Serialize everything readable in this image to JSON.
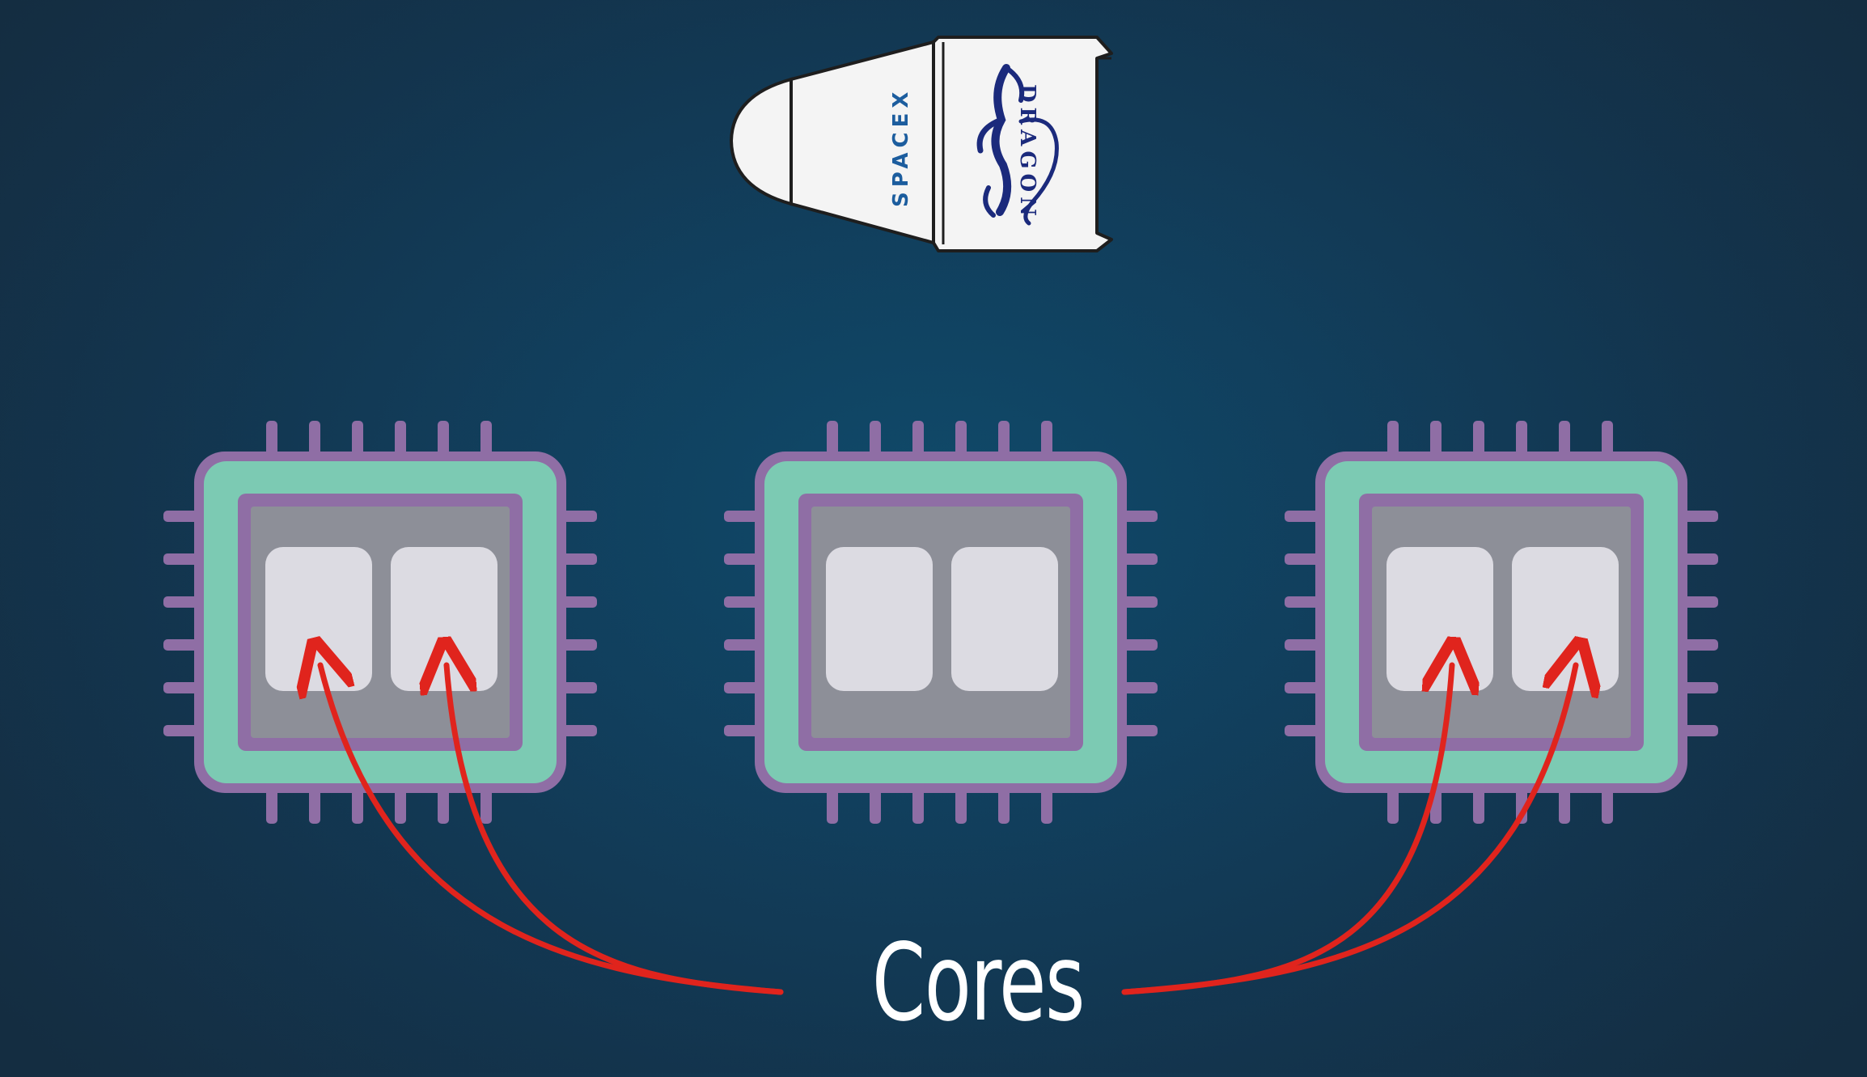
{
  "label": {
    "text": "Cores"
  },
  "capsule": {
    "brand_text": "SPACEX",
    "name_text": "DRAGON"
  },
  "colors": {
    "background": "#113f5d",
    "chip_pins": "#8f6ea5",
    "chip_frame": "#7ccab3",
    "chip_inner_border": "#8f6ea5",
    "chip_die": "#8d8f98",
    "core": "#dcdbe2",
    "arrow": "#e0241d",
    "label": "#ffffff",
    "capsule_body": "#f4f4f4",
    "dragon_logo": "#1b2a7c",
    "spacex_logo": "#1c5d9e"
  },
  "icons": [
    "spacex-dragon-capsule-icon",
    "cpu-chip-icon",
    "arrow-icon"
  ],
  "diagram": {
    "chips": [
      {
        "name": "chip-left",
        "cores": 2,
        "highlighted": true
      },
      {
        "name": "chip-center",
        "cores": 2,
        "highlighted": false
      },
      {
        "name": "chip-right",
        "cores": 2,
        "highlighted": true
      }
    ]
  }
}
